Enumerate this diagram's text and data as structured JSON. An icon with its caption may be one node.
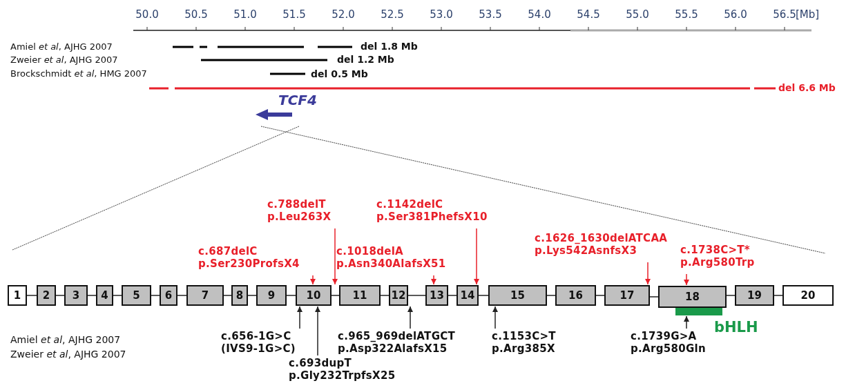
{
  "diagram": {
    "nodes": [
      {
        "text": [
          "1"
        ]
      },
      {
        "text": [
          "2"
        ]
      },
      {
        "text": [
          "3"
        ]
      },
      {
        "text": [
          "4"
        ]
      },
      {
        "text": [
          "5"
        ]
      },
      {
        "text": [
          "6"
        ]
      },
      {
        "text": [
          "7"
        ]
      },
      {
        "text": [
          "8"
        ]
      },
      {
        "text": [
          "9"
        ]
      },
      {
        "text": [
          "10"
        ]
      },
      {
        "text": [
          "11"
        ]
      },
      {
        "text": [
          "12"
        ]
      },
      {
        "text": [
          "13"
        ]
      },
      {
        "text": [
          "14"
        ]
      },
      {
        "text": [
          "15"
        ]
      },
      {
        "text": [
          "16"
        ]
      },
      {
        "text": [
          "17"
        ]
      },
      {
        "text": [
          "18"
        ]
      },
      {
        "text": [
          "19"
        ]
      },
      {
        "text": [
          "20"
        ]
      },
      {
        "text": [],
        "shape": "bar",
        "beside": [
          "bHLH"
        ]
      },
      {
        "text": [
          "c.687delC",
          "p.Ser230ProfsX4"
        ]
      },
      {
        "text": [
          "c.788delT",
          "p.Leu263X"
        ]
      },
      {
        "text": [
          "c.1018delA",
          "p.Asn340AlafsX51"
        ]
      },
      {
        "text": [
          "c.1142delC",
          "p.Ser381PhefsX10"
        ]
      },
      {
        "text": [
          "c.1626_1630delATCAA",
          "p.Lys542AsnfsX3"
        ]
      },
      {
        "text": [
          "c.1738C>T*",
          "p.Arg580Trp"
        ]
      },
      {
        "text": [
          "c.656-1G>C",
          "(IVS9-1G>C)"
        ]
      },
      {
        "text": [
          "c.693dupT",
          "p.Gly232TrpfsX25"
        ]
      },
      {
        "text": [
          "c.965_969delATGCT",
          "p.Asp322AlafsX15"
        ]
      },
      {
        "text": [
          "c.1153C>T",
          "p.Arg385X"
        ]
      },
      {
        "text": [
          "c.1739G>A",
          "p.Arg580Gln"
        ]
      }
    ],
    "edges": [
      {
        "from": 0,
        "to": 1,
        "arrow": "none"
      },
      {
        "from": 1,
        "to": 2,
        "arrow": "none"
      },
      {
        "from": 2,
        "to": 3,
        "arrow": "none"
      },
      {
        "from": 3,
        "to": 4,
        "arrow": "none"
      },
      {
        "from": 4,
        "to": 5,
        "arrow": "none"
      },
      {
        "from": 5,
        "to": 6,
        "arrow": "none"
      },
      {
        "from": 6,
        "to": 7,
        "arrow": "none"
      },
      {
        "from": 7,
        "to": 8,
        "arrow": "none"
      },
      {
        "from": 8,
        "to": 9,
        "arrow": "none"
      },
      {
        "from": 9,
        "to": 10,
        "arrow": "none"
      },
      {
        "from": 10,
        "to": 11,
        "arrow": "none"
      },
      {
        "from": 11,
        "to": 12,
        "arrow": "none"
      },
      {
        "from": 12,
        "to": 13,
        "arrow": "none"
      },
      {
        "from": 13,
        "to": 14,
        "arrow": "none"
      },
      {
        "from": 14,
        "to": 15,
        "arrow": "none"
      },
      {
        "from": 15,
        "to": 16,
        "arrow": "none"
      },
      {
        "from": 16,
        "to": 17,
        "arrow": "none"
      },
      {
        "from": 17,
        "to": 18,
        "arrow": "none"
      },
      {
        "from": 18,
        "to": 19,
        "arrow": "none"
      },
      {
        "from": 21,
        "to": 9,
        "arrow": "to",
        "color": "#e8202a"
      },
      {
        "from": 22,
        "to": 9,
        "arrow": "to",
        "color": "#e8202a"
      },
      {
        "from": 23,
        "to": 12,
        "arrow": "to",
        "color": "#e8202a"
      },
      {
        "from": 24,
        "to": 13,
        "arrow": "to",
        "color": "#e8202a"
      },
      {
        "from": 25,
        "to": 16,
        "arrow": "to",
        "color": "#e8202a"
      },
      {
        "from": 26,
        "to": 17,
        "arrow": "to",
        "color": "#e8202a"
      },
      {
        "from": 27,
        "to": 9,
        "arrow": "to"
      },
      {
        "from": 28,
        "to": 9,
        "arrow": "to"
      },
      {
        "from": 29,
        "to": 11,
        "arrow": "to"
      },
      {
        "from": 30,
        "to": 14,
        "arrow": "to"
      },
      {
        "from": 31,
        "to": 20,
        "arrow": "to"
      }
    ],
    "labels": [
      "50.0",
      "50.5",
      "51.0",
      "51.5",
      "52.0",
      "52.5",
      "53.0",
      "53.5",
      "54.0",
      "54.5",
      "55.0",
      "55.5",
      "56.0",
      "56.5",
      "[Mb]",
      "Amiel *et al*, AJHG 2007",
      "Zweier *et al*, AJHG 2007",
      "Brockschmidt *et al*, HMG 2007",
      "del 1.8 Mb",
      "del 1.2 Mb",
      "del 0.5 Mb",
      "del 6.6 Mb",
      "TCF4",
      "Amiel *et al*, AJHG 2007",
      "Zweier *et al*, AJHG 2007"
    ]
  }
}
